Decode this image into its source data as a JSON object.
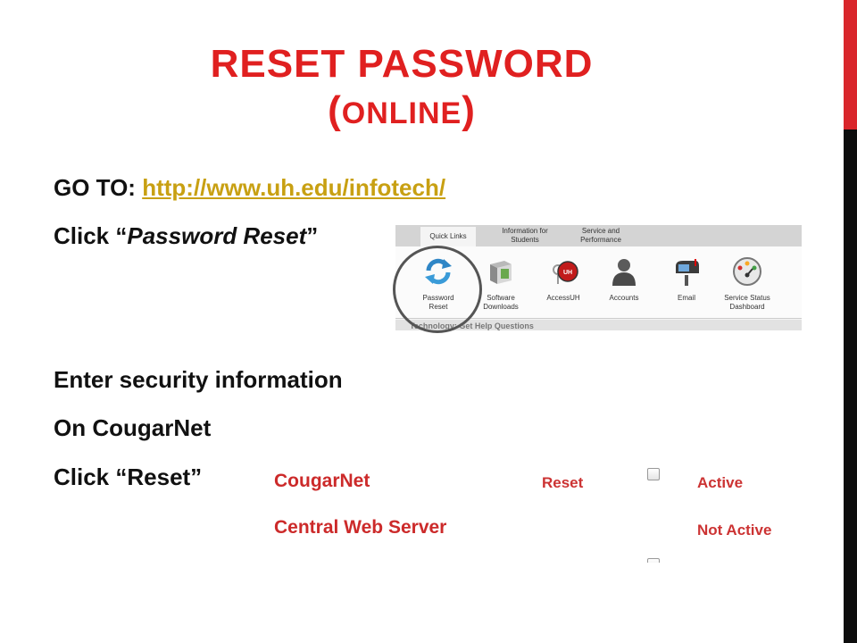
{
  "slide": {
    "title_line1": "RESET PASSWORD",
    "title_line2_open": "(",
    "title_line2_word": "ONLINE",
    "title_line2_close": ")",
    "accent_red": "#e02020",
    "link_color": "#c8a012"
  },
  "steps": {
    "goto_label": "GO TO: ",
    "goto_url": "http://www.uh.edu/infotech/",
    "click_prefix": "Click “",
    "click_item": "Password Reset",
    "click_suffix": "”",
    "security": "Enter security information",
    "cougarnet": "On CougarNet",
    "click_reset": "Click “Reset”"
  },
  "quick_links": {
    "tabs": [
      "Quick Links",
      "Information for\nStudents",
      "Service and\nPerformance"
    ],
    "items": [
      {
        "label": "Password\nReset",
        "icon": "refresh-arrows-icon"
      },
      {
        "label": "Software\nDownloads",
        "icon": "software-box-icon"
      },
      {
        "label": "AccessUH",
        "icon": "accessuh-key-icon"
      },
      {
        "label": "Accounts",
        "icon": "person-icon"
      },
      {
        "label": "Email",
        "icon": "mailbox-icon"
      },
      {
        "label": "Service Status\nDashboard",
        "icon": "gauge-icon"
      }
    ],
    "footer_text": "Technology: Get Help Questions"
  },
  "services": {
    "rows": [
      {
        "name": "CougarNet",
        "action": "Reset",
        "status": "Active"
      },
      {
        "name": "Central Web Server",
        "action": "",
        "status": "Not Active"
      }
    ]
  }
}
